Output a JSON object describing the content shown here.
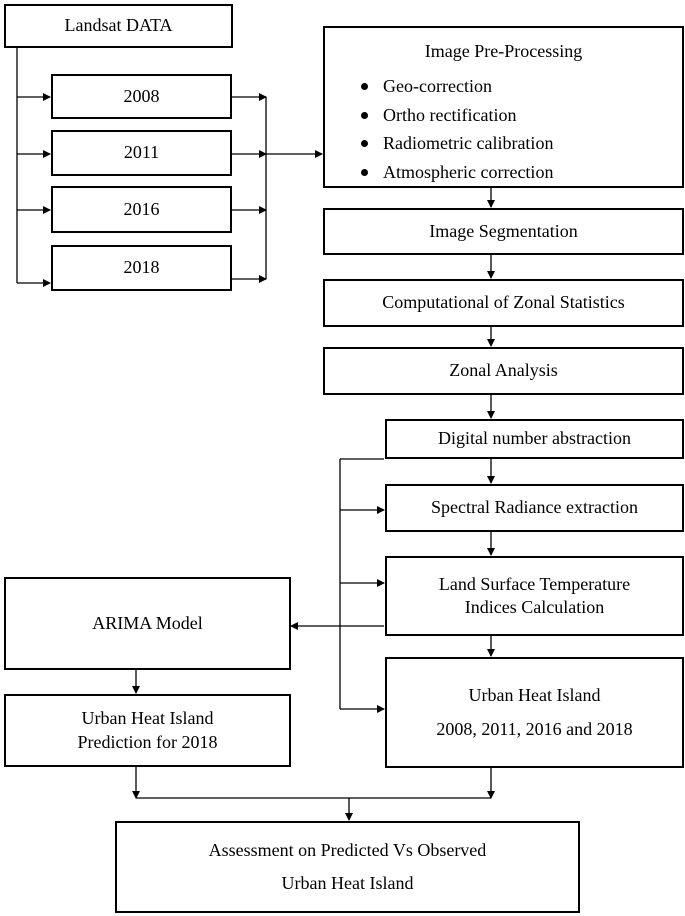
{
  "diagram": {
    "source": {
      "label": "Landsat DATA"
    },
    "years": [
      {
        "label": "2008"
      },
      {
        "label": "2011"
      },
      {
        "label": "2016"
      },
      {
        "label": "2018"
      }
    ],
    "preprocessing": {
      "title": "Image Pre-Processing",
      "steps": [
        "Geo-correction",
        "Ortho rectification",
        "Radiometric calibration",
        "Atmospheric correction"
      ]
    },
    "segmentation": "Image Segmentation",
    "zonal_statistics": "Computational of Zonal Statistics",
    "zonal_analysis": "Zonal Analysis",
    "digital_number": "Digital number abstraction",
    "spectral_radiance": "Spectral Radiance extraction",
    "lst": {
      "line1": "Land Surface Temperature",
      "line2": "Indices Calculation"
    },
    "uhi": {
      "line1": "Urban Heat Island",
      "line2": "2008, 2011, 2016 and 2018"
    },
    "arima": "ARIMA Model",
    "prediction": {
      "line1": "Urban Heat Island",
      "line2": "Prediction for 2018"
    },
    "assessment": {
      "line1": "Assessment on Predicted Vs Observed",
      "line2": "Urban Heat Island"
    }
  }
}
